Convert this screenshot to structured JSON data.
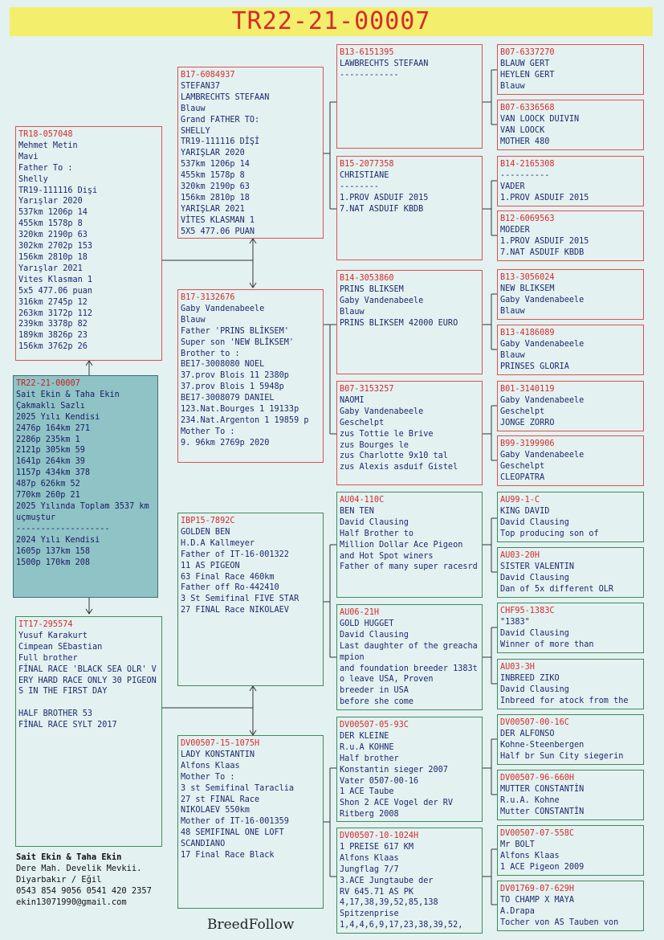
{
  "title": "TR22-21-00007",
  "boxes": {
    "main": {
      "lines": [
        "TR22-21-00007",
        "Sait Ekin & Taha Ekin",
        "Çakmaklı Sazlı",
        "2025 Yılı Kendisi",
        "2476p 164km 271",
        "2286p 235km 1",
        "2121p 305km 59",
        "1641p 264km 39",
        "1157p 434km 378",
        "487p 626km 52",
        "770km 260p 21",
        "2025 Yılında Toplam 3537 km uçmuştur",
        "-------------------",
        "2024 Yılı Kendisi",
        "1605p 137km 158",
        "1500p 170km 208"
      ]
    },
    "sire": {
      "lines": [
        "TR18-057048",
        "Mehmet Metin",
        "Mavi",
        "Father To :",
        "Shelly",
        "TR19-111116 Dişi",
        "Yarışlar 2020",
        "537km 1206p 14",
        "455km 1578p 8",
        "320km 2190p 63",
        "302km 2702p 153",
        "156km 2810p 18",
        "Yarışlar 2021",
        "Vites Klasman 1",
        "5x5 477.06 puan",
        "316km 2745p 12",
        "263km 3172p 112",
        "239km 3378p 82",
        "189km 3826p 23",
        "156km 3762p 26"
      ]
    },
    "dam": {
      "lines": [
        "IT17-295574",
        "Yusuf Karakurt",
        "Cimpean SEbastian",
        "Full brother",
        "FİNAL RACE 'BLACK SEA OLR' VERY HARD RACE ONLY 30 PIGEONS IN THE FIRST DAY",
        "",
        "HALF BROTHER 53",
        "FİNAL RACE SYLT 2017"
      ]
    },
    "ss": {
      "lines": [
        "B17-6084937",
        "STEFAN37",
        "LAMBRECHTS STEFAAN",
        "Blauw",
        "Grand FATHER TO:",
        "SHELLY",
        "TR19-111116 DİŞİ",
        "YARIŞLAR 2020",
        "537km 1206p 14",
        "455km 1578p 8",
        "320km 2190p 63",
        "156km 2810p 18",
        "YARIŞLAR 2021",
        "VİTES KLASMAN 1",
        "5X5 477.06 PUAN"
      ]
    },
    "sd": {
      "lines": [
        "B17-3132676",
        "Gaby Vandenabeele",
        "Blauw",
        "Father 'PRINS BLİKSEM'",
        "Super son 'NEW BLİKSEM'",
        "Brother to :",
        "BE17-3008080 NOEL",
        "37.prov Blois 11 2380p",
        "37.prov Blois 1 5948p",
        "BE17-3008079 DANIEL",
        "123.Nat.Bourges 1 19133p",
        "234.Nat.Argenton 1 19859 p",
        "Mother To :",
        "9. 96km 2769p 2020"
      ]
    },
    "ds": {
      "lines": [
        "IBP15-7892C",
        "GOLDEN BEN",
        "H.D.A Kallmeyer",
        "Father of IT-16-001322",
        "11 AS PIGEON",
        "63 Final Race 460km",
        "Father off Ro-442410",
        "3 St Semifinal FIVE STAR",
        "27 FINAL Race NIKOLAEV"
      ]
    },
    "dd": {
      "lines": [
        "DV00507-15-1075H",
        "LADY KONSTANTIN",
        "Alfons Klaas",
        "Mother To :",
        "3 st Semifinal Taraclia",
        "27 st FINAL Race",
        "NIKOLAEV 550km",
        "Mother of IT-16-001359",
        "48 SEMIFINAL ONE LOFT",
        "SCANDIANO",
        "17 Final Race Black"
      ]
    },
    "sss": {
      "lines": [
        "B13-6151395",
        "LAWBRECHTS STEFAAN",
        "------------"
      ]
    },
    "ssd": {
      "lines": [
        "B15-2077358",
        "CHRISTIANE",
        "--------",
        "1.PROV ASDUIF 2015",
        "7.NAT ASDUIF KBDB"
      ]
    },
    "sds": {
      "lines": [
        "B14-3053860",
        "PRINS BLIKSEM",
        "Gaby Vandenabeele",
        "Blauw",
        "PRINS BLIKSEM 42000 EURO"
      ]
    },
    "sdd": {
      "lines": [
        "B07-3153257",
        "NAOMI",
        "Gaby Vandenabeele",
        "Geschelpt",
        "zus Tottie le Brive",
        "zus Bourges le",
        "zus Charlotte 9x10 tal",
        "zus Alexis asduif Gistel"
      ]
    },
    "dss": {
      "lines": [
        "AU04-110C",
        "BEN TEN",
        "David Clausing",
        "Half Brother to",
        "Million Dollar Ace Pigeon",
        "and Hot Spot winers",
        "Father of many super racesrd"
      ]
    },
    "dsd": {
      "lines": [
        "AU06-21H",
        "GOLD HUGGET",
        "David Clausing",
        "Last daughter of the greachampion",
        "and foundation breeder 1383to leave USA, Proven",
        "breeder in USA",
        "before she come"
      ]
    },
    "dds": {
      "lines": [
        "DV00507-05-93C",
        "DER KLEINE",
        "R.u.A KOHNE",
        "Half brother",
        "Konstantin sieger 2007",
        "Vater 0507-00-16",
        "1 ACE Taube",
        "Shon 2 ACE Vogel der RV",
        "Ritberg 2008"
      ]
    },
    "ddd": {
      "lines": [
        "DV00507-10-1024H",
        "1 PREISE 617 KM",
        "Alfons Klaas",
        "Jungflag 7/7",
        "3.ACE Jungtaube der",
        "RV 645.71 AS PK",
        "4,17,38,39,52,85,138",
        "Spitzenprise",
        "1,4,4,6,9,17,23,38,39,52,"
      ]
    },
    "g1": {
      "lines": [
        "B07-6337270",
        "BLAUW GERT",
        "HEYLEN GERT",
        "Blauw"
      ]
    },
    "g2": {
      "lines": [
        "B07-6336568",
        "VAN LOOCK DUIVIN",
        "VAN LOOCK",
        "MOTHER 480"
      ]
    },
    "g3": {
      "lines": [
        "B14-2165308",
        "----------",
        "VADER",
        "1.PROV ASDUIF 2015"
      ]
    },
    "g4": {
      "lines": [
        "B12-6069563",
        "MOEDER",
        "1.PROV ASDUIF 2015",
        "7.NAT ASDUIF KBDB"
      ]
    },
    "g5": {
      "lines": [
        "B13-3056024",
        "NEW BLIKSEM",
        "Gaby Vandenabeele",
        "Blauw"
      ]
    },
    "g6": {
      "lines": [
        "B13-4186089",
        "Gaby Vandenabeele",
        "Blauw",
        "PRINSES GLORIA"
      ]
    },
    "g7": {
      "lines": [
        "B01-3140119",
        "Gaby Vandenabeele",
        "Geschelpt",
        "JONGE ZORRO"
      ]
    },
    "g8": {
      "lines": [
        "B99-3199906",
        "Gaby Vandenabeele",
        "Geschelpt",
        "CLEOPATRA"
      ]
    },
    "g9": {
      "lines": [
        "AU99-1-C",
        "KING DAVID",
        "David Clausing",
        "Top producing son of"
      ]
    },
    "g10": {
      "lines": [
        "AU03-20H",
        "SISTER VALENTIN",
        "David Clausing",
        "Dan of 5x different OLR"
      ]
    },
    "g11": {
      "lines": [
        "CHF95-1383C",
        "\"1383\"",
        "David Clausing",
        "Winner of more than"
      ]
    },
    "g12": {
      "lines": [
        "AU03-3H",
        "INBREED ZIKO",
        "David Clausing",
        "Inbreed for atock from the"
      ]
    },
    "g13": {
      "lines": [
        "DV00507-00-16C",
        "DER ALFONSO",
        "Kohne-Steenbergen",
        "Half br Sun City siegerin"
      ]
    },
    "g14": {
      "lines": [
        "DV00507-96-660H",
        "MUTTER CONSTANTİN",
        "R.u.A. Kohne",
        "Mutter CONSTANTİN"
      ]
    },
    "g15": {
      "lines": [
        "DV00507-07-558C",
        "Mr BOLT",
        "Alfons Klaas",
        "1 ACE Pigeon 2009"
      ]
    },
    "g16": {
      "lines": [
        "DV01769-07-629H",
        "TO CHAMP X MAYA",
        "A.Drapa",
        "Tocher von AS Tauben von"
      ]
    }
  },
  "contact": {
    "name": "Sait Ekin & Taha Ekin",
    "address1": "Dere Mah. Develik Mevkii.",
    "address2": "Diyarbakır / Eğil",
    "phones": "0543 854 9056 0541 420 2357",
    "email": "ekin13071990@gmail.com"
  },
  "brand": "BreedFollow",
  "colors": {
    "code_red": "#d62a2a",
    "text_blue": "#1a2a6e",
    "main_bg": "#8fc3c5",
    "page_bg": "#e4f1f1",
    "title_bg": "#f3ee6c"
  }
}
